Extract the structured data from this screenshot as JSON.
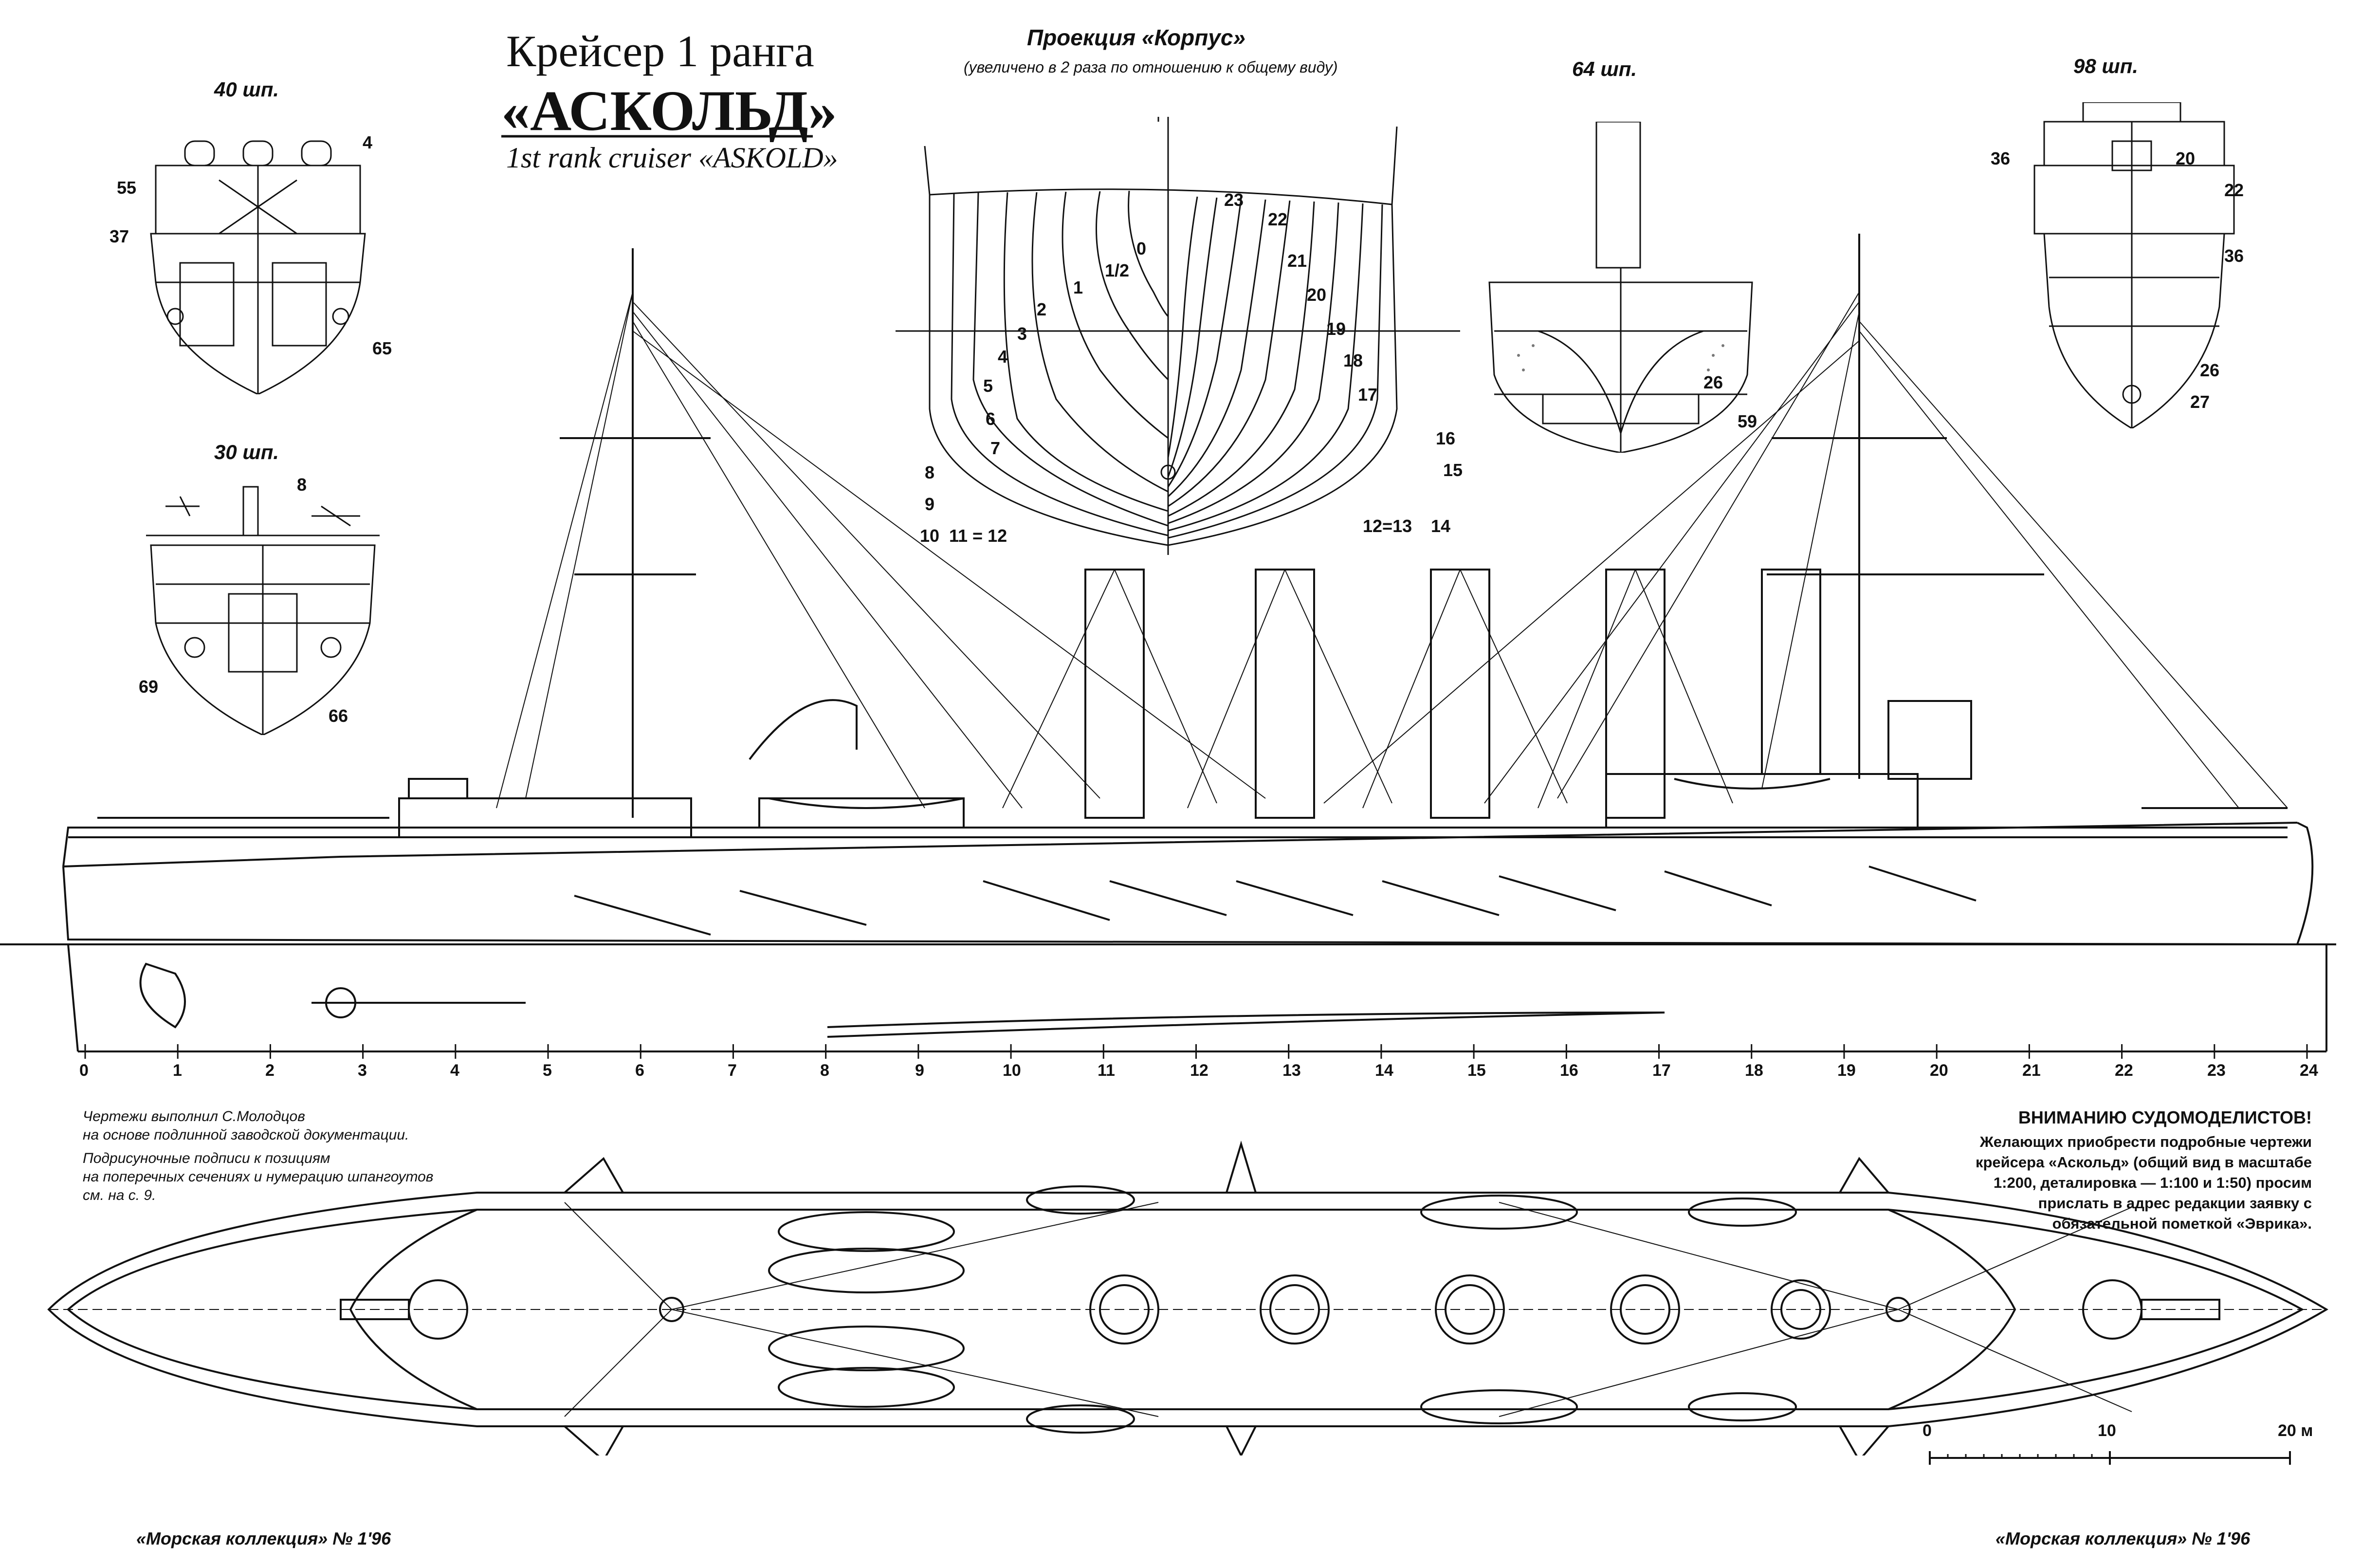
{
  "title": {
    "line1": "Крейсер 1 ранга",
    "line2": "«АСКОЛЬД»",
    "line3": "1st rank cruiser «ASKOLD»"
  },
  "body_plan": {
    "title": "Проекция «Корпус»",
    "subtitle": "(увеличено в 2 раза по отношению к общему виду)",
    "left_labels": [
      "0",
      "1/2",
      "1",
      "2",
      "3",
      "4",
      "5",
      "6",
      "7",
      "8",
      "9",
      "10",
      "11 = 12"
    ],
    "right_labels": [
      "23",
      "22",
      "21",
      "20",
      "19",
      "18",
      "17",
      "16",
      "15",
      "14",
      "12=13"
    ]
  },
  "sections": {
    "s40": {
      "label": "40 шп.",
      "callouts": [
        "55",
        "37",
        "4",
        "65"
      ]
    },
    "s30": {
      "label": "30 шп.",
      "callouts": [
        "8",
        "69",
        "66"
      ]
    },
    "s64": {
      "label": "64 шп.",
      "callouts": [
        "26",
        "59"
      ]
    },
    "s98": {
      "label": "98 шп.",
      "callouts": [
        "36",
        "20",
        "22",
        "36",
        "26",
        "27"
      ]
    }
  },
  "frame_numbers": [
    "0",
    "1",
    "2",
    "3",
    "4",
    "5",
    "6",
    "7",
    "8",
    "9",
    "10",
    "11",
    "12",
    "13",
    "14",
    "15",
    "16",
    "17",
    "18",
    "19",
    "20",
    "21",
    "22",
    "23",
    "24"
  ],
  "credits": {
    "line1": "Чертежи выполнил С.Молодцов",
    "line2": "на основе подлинной заводской документации.",
    "line3": "Подрисуночные подписи к позициям",
    "line4": "на поперечных сечениях и нумерацию шпангоутов",
    "line5": "см. на с. 9."
  },
  "notice": {
    "heading": "ВНИМАНИЮ СУДОМОДЕЛИСТОВ!",
    "line1": "Желающих приобрести подробные чертежи",
    "line2": "крейсера «Аскольд» (общий вид в масштабе",
    "line3": "1:200, деталировка — 1:100 и 1:50) просим",
    "line4": "прислать в адрес редакции заявку с",
    "line5": "обязательной пометкой «Эврика»."
  },
  "scale_bar": {
    "labels": [
      "0",
      "10",
      "20 м"
    ]
  },
  "footer": {
    "left": "«Морская коллекция» № 1'96",
    "right": "«Морская коллекция» № 1'96"
  },
  "colors": {
    "ink": "#111111",
    "paper": "#ffffff"
  }
}
